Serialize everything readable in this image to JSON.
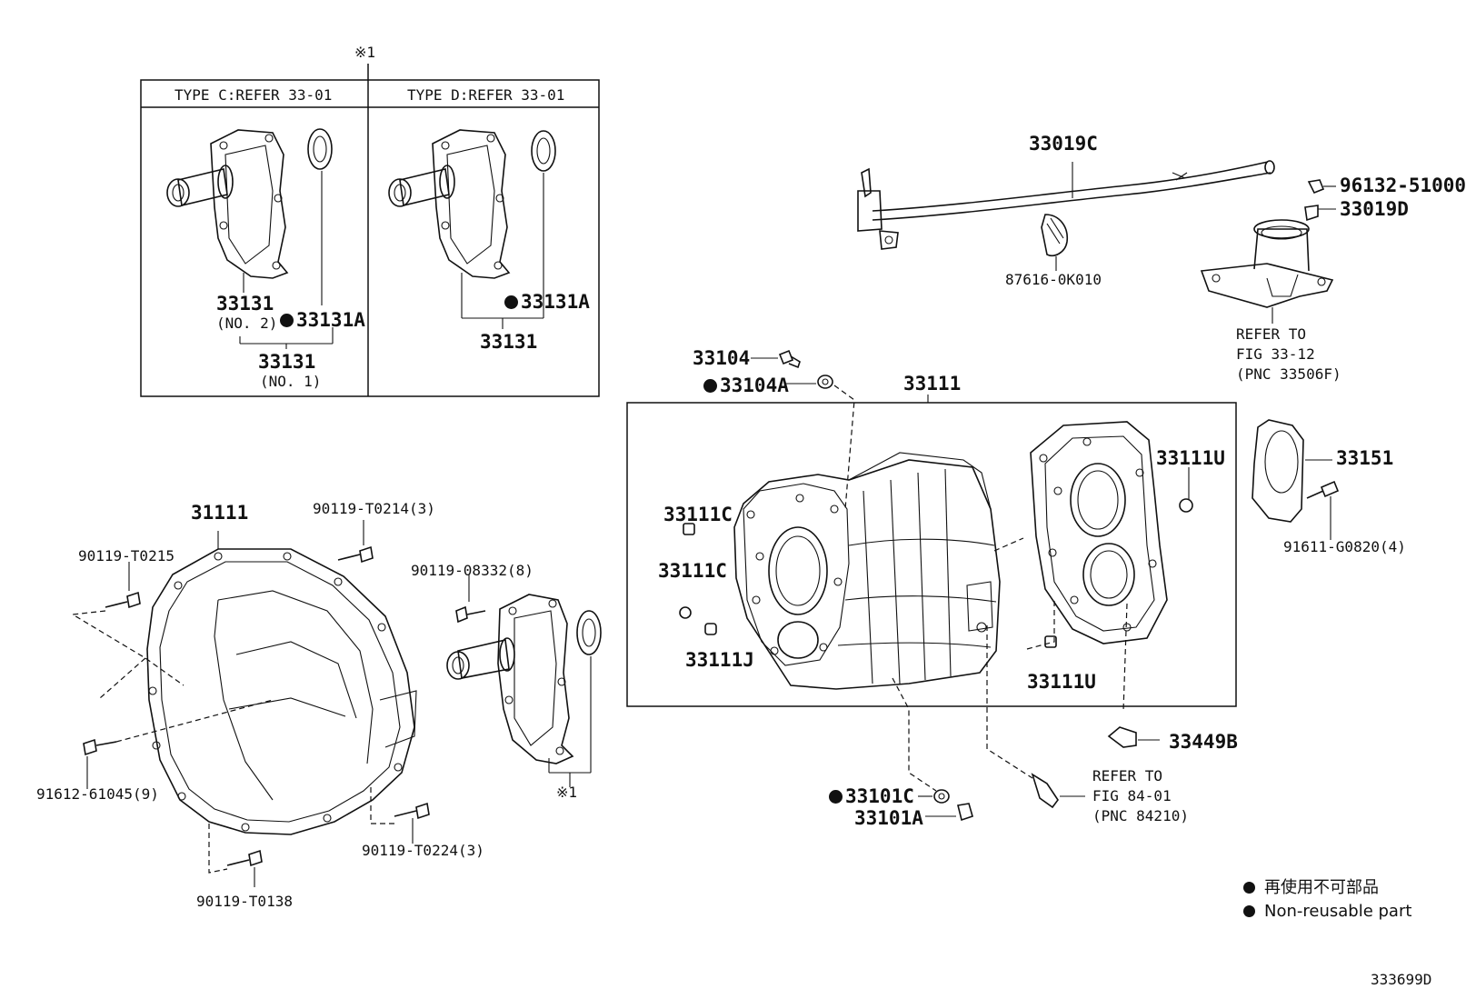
{
  "panel": {
    "ref_mark": "※1",
    "type_c": "TYPE C:REFER 33-01",
    "type_d": "TYPE D:REFER 33-01",
    "c_33131": "33131",
    "c_no2": "(NO. 2)",
    "c_33131a": "33131A",
    "c_33131_no1": "33131",
    "c_no1": "(NO. 1)",
    "d_33131a": "33131A",
    "d_33131": "33131"
  },
  "labels": {
    "p33019c": "33019C",
    "p87616": "87616-0K010",
    "p96132": "96132-51000",
    "p33019d": "33019D",
    "refer_33_12_a": "REFER TO",
    "refer_33_12_b": "FIG 33-12",
    "refer_33_12_c": "(PNC 33506F)",
    "p33104": "33104",
    "p33104a": "33104A",
    "p33111": "33111",
    "p33111u_top": "33111U",
    "p33151": "33151",
    "p91611": "91611-G0820(4)",
    "p33111c_1": "33111C",
    "p33111c_2": "33111C",
    "p33111j": "33111J",
    "p33111u_bot": "33111U",
    "p33449b": "33449B",
    "refer_84_a": "REFER TO",
    "refer_84_b": "FIG 84-01",
    "refer_84_c": "(PNC 84210)",
    "p33101c": "33101C",
    "p33101a": "33101A",
    "p31111": "31111",
    "p90119_t0214": "90119-T0214(3)",
    "p90119_t0215": "90119-T0215",
    "p90119_08332": "90119-08332(8)",
    "p91612": "91612-61045(9)",
    "p90119_t0224": "90119-T0224(3)",
    "p90119_t0138": "90119-T0138",
    "ref_mark_bottom": "※1"
  },
  "legend": {
    "jp": "再使用不可部品",
    "en": "Non-reusable part"
  },
  "figure_id": "333699D"
}
